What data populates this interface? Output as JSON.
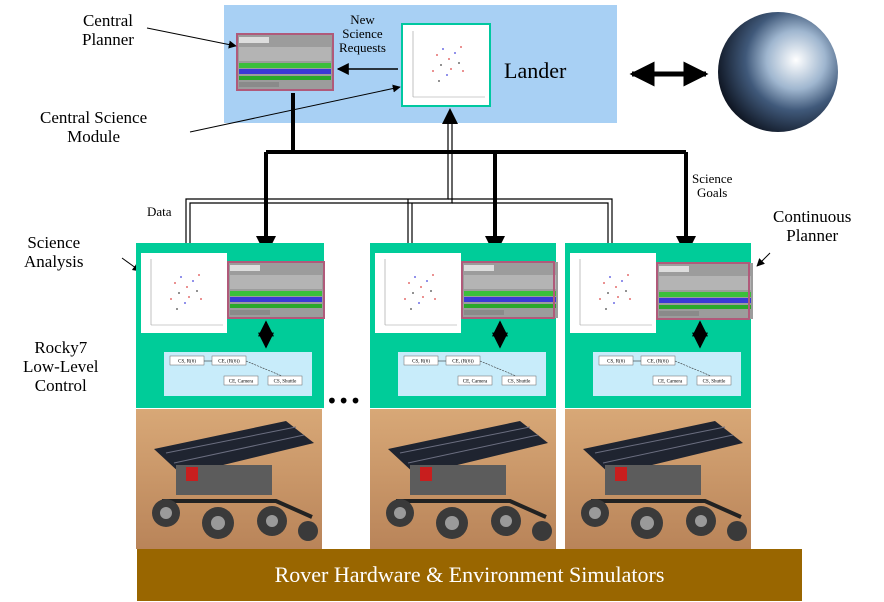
{
  "labels": {
    "central_planner": [
      "Central",
      "Planner"
    ],
    "new_science_requests": [
      "New",
      "Science",
      "Requests"
    ],
    "lander": "Lander",
    "central_science_module": [
      "Central Science",
      "Module"
    ],
    "data": "Data",
    "science_goals": [
      "Science",
      "Goals"
    ],
    "science_analysis": [
      "Science",
      "Analysis"
    ],
    "continuous_planner": [
      "Continuous",
      "Planner"
    ],
    "rocky7_control": [
      "Rocky7",
      "Low-Level",
      "Control"
    ],
    "ellipsis": "•••",
    "simulators": "Rover Hardware & Environment Simulators"
  },
  "flow_nodes": [
    "CS, R(6)",
    "CE, (R(6))",
    "CE, Camera",
    "CS, Shuttle"
  ],
  "colors": {
    "lander_bg": "#a8d0f4",
    "rover_panel": "#00cc99",
    "control_panel": "#c8ecfa",
    "simulator_bar": "#996600",
    "planner_border": "#b05a7a",
    "science_border": "#00c8a0"
  }
}
